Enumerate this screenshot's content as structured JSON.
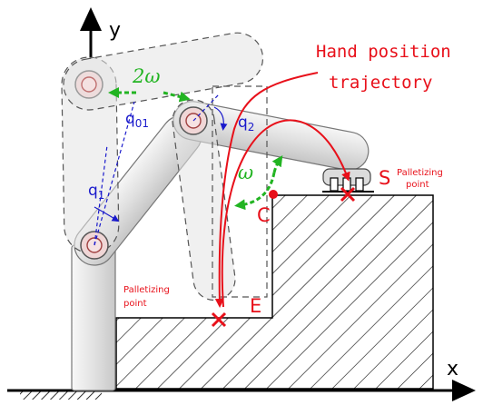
{
  "axes": {
    "x_label": "x",
    "y_label": "y"
  },
  "joints": {
    "q1": "q",
    "q1_sub": "1",
    "q01": "q",
    "q01_sub": "01",
    "q2": "q",
    "q2_sub": "2"
  },
  "angular_velocity": {
    "outer": "2ω",
    "inner": "ω"
  },
  "trajectory": {
    "line1": "Hand position",
    "line2": "trajectory"
  },
  "points": {
    "S": "S",
    "C": "C",
    "E": "E"
  },
  "palletizing": {
    "right_line1": "Palletizing",
    "right_line2": "point",
    "left_line1": "Palletizing",
    "left_line2": "point"
  },
  "colors": {
    "red": "#e8101a",
    "green": "#22b422",
    "blue": "#1a1acc",
    "link_fill": "#e4e4e4"
  }
}
